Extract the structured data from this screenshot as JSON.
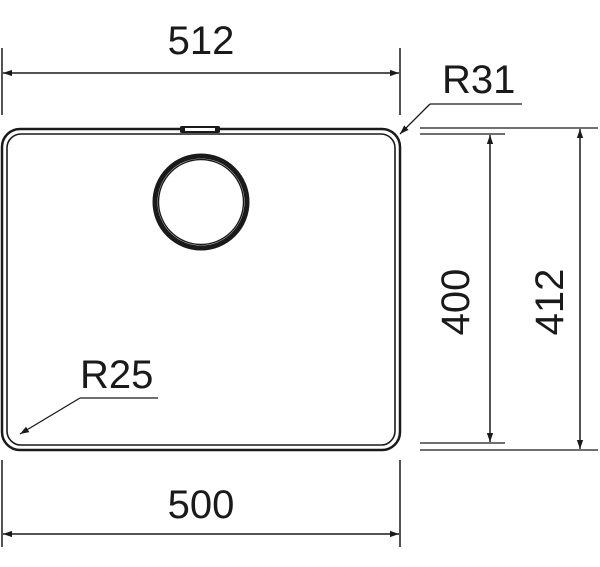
{
  "drawing": {
    "overall_width": "512",
    "inner_width": "500",
    "inner_depth": "400",
    "overall_depth": "412",
    "corner_radius_outer": "R31",
    "corner_radius_inner": "R25"
  },
  "colors": {
    "ink": "#1a1a1a",
    "background": "#ffffff"
  }
}
